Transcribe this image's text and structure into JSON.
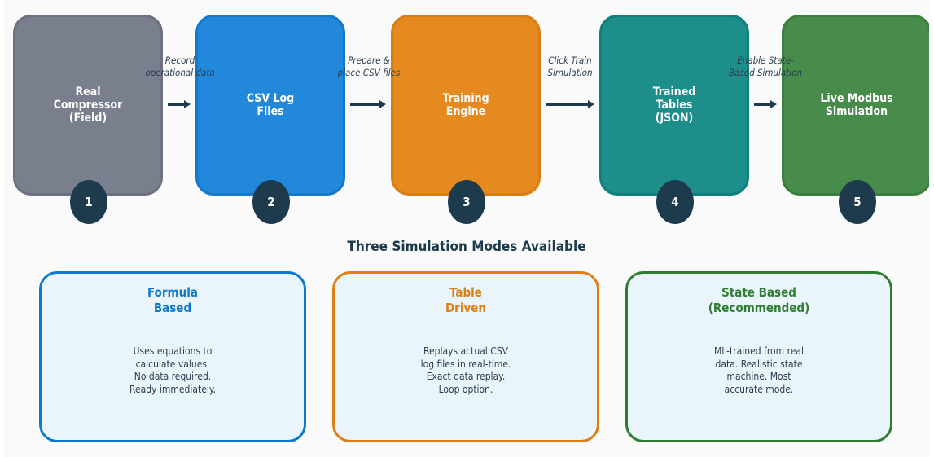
{
  "colors": {
    "stage_gray": "#7a7f8e",
    "stage_blue": "#2188db",
    "stage_orange": "#e58a1f",
    "stage_teal": "#1e8e8b",
    "stage_green": "#478c4a",
    "badge": "#1e3a4d",
    "mode_blue": "#0c7acc",
    "mode_orange": "#dd7f12",
    "mode_green": "#2e7d32"
  },
  "stages": [
    {
      "label": "Real\nCompressor\n(Field)",
      "number": "1"
    },
    {
      "label": "CSV Log\nFiles",
      "number": "2"
    },
    {
      "label": "Training\nEngine",
      "number": "3"
    },
    {
      "label": "Trained\nTables\n(JSON)",
      "number": "4"
    },
    {
      "label": "Live Modbus\nSimulation",
      "number": "5"
    }
  ],
  "steps": [
    {
      "caption": "Record\noperational data"
    },
    {
      "caption": "Prepare &\nplace CSV files"
    },
    {
      "caption": "Click Train\nSimulation"
    },
    {
      "caption": "Enable State-\nBased Simulation"
    }
  ],
  "section_title": "Three Simulation Modes Available",
  "modes": [
    {
      "title": "Formula\nBased",
      "description": "Uses equations to\ncalculate values.\nNo data required.\nReady immediately."
    },
    {
      "title": "Table\nDriven",
      "description": "Replays actual CSV\nlog files in real-time.\nExact data replay.\nLoop option."
    },
    {
      "title": "State Based\n(Recommended)",
      "description": "ML-trained from real\ndata. Realistic state\nmachine. Most\naccurate mode."
    }
  ]
}
